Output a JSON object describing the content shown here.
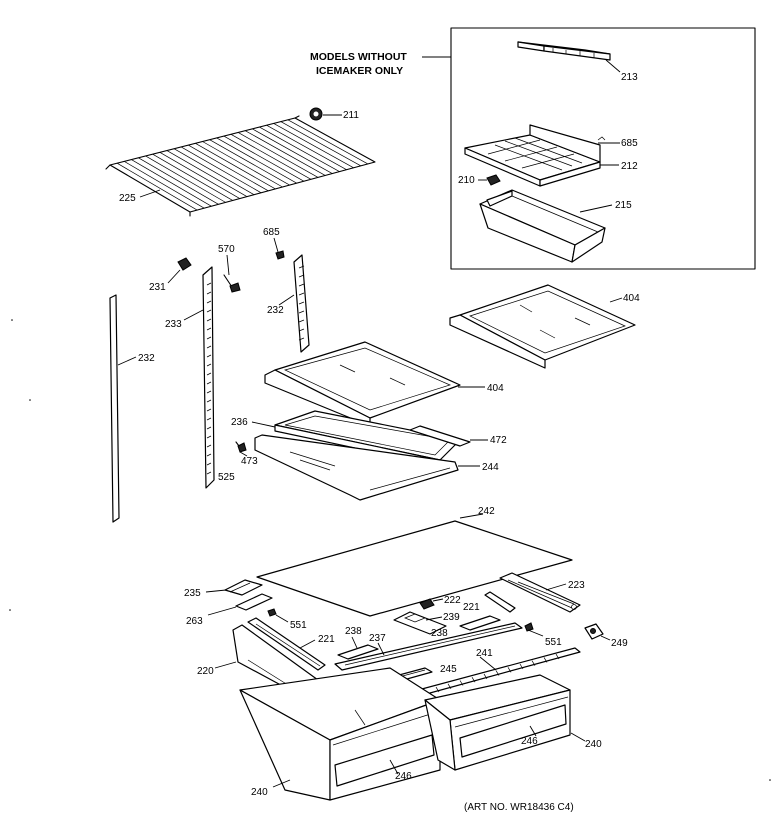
{
  "inset": {
    "header_line1": "MODELS WITHOUT",
    "header_line2": "ICEMAKER ONLY"
  },
  "art_number": "(ART NO. WR18436 C4)",
  "callouts": {
    "c211": "211",
    "c213": "213",
    "c685a": "685",
    "c212": "212",
    "c210": "210",
    "c215": "215",
    "c225": "225",
    "c685b": "685",
    "c570": "570",
    "c231": "231",
    "c233": "233",
    "c232a": "232",
    "c232b": "232",
    "c404a": "404",
    "c404b": "404",
    "c236": "236",
    "c472": "472",
    "c473": "473",
    "c525": "525",
    "c244": "244",
    "c242": "242",
    "c235": "235",
    "c223": "223",
    "c222": "222",
    "c239": "239",
    "c221a": "221",
    "c263": "263",
    "c551a": "551",
    "c238a": "238",
    "c237": "237",
    "c238b": "238",
    "c551b": "551",
    "c249": "249",
    "c221b": "221",
    "c220": "220",
    "c245": "245",
    "c241": "241",
    "c246a": "246",
    "c240a": "240",
    "c246b": "246",
    "c240b": "240"
  }
}
